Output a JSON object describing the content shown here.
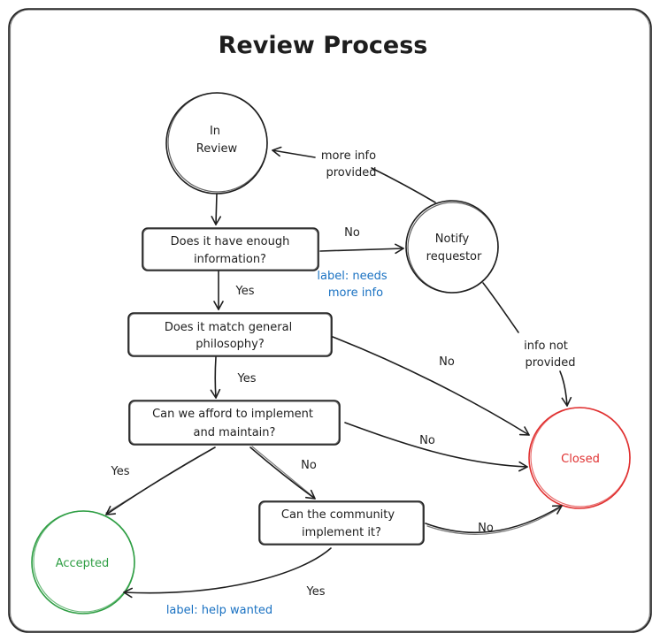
{
  "title": "Review Process",
  "colors": {
    "ink": "#1e1e1e",
    "closed": "#e03131",
    "accepted": "#2f9e44",
    "label": "#1971c2"
  },
  "nodes": {
    "in_review": [
      "In",
      "Review"
    ],
    "enough_info": [
      "Does it have enough",
      "information?"
    ],
    "notify": [
      "Notify",
      "requestor"
    ],
    "philosophy": [
      "Does it match general",
      "philosophy?"
    ],
    "afford": [
      "Can we afford to implement",
      "and maintain?"
    ],
    "closed": "Closed",
    "community": [
      "Can the community",
      "implement it?"
    ],
    "accepted": "Accepted"
  },
  "edges": {
    "more_info_provided": [
      "more info",
      "provided"
    ],
    "enough_no": "No",
    "enough_yes": "Yes",
    "info_not_provided": [
      "info not",
      "provided"
    ],
    "philosophy_no": "No",
    "philosophy_yes": "Yes",
    "afford_no_closed": "No",
    "afford_yes": "Yes",
    "afford_no_community": "No",
    "community_no": "No",
    "community_yes": "Yes"
  },
  "labels": {
    "needs_more_info": [
      "label: needs",
      "more info"
    ],
    "help_wanted": "label: help wanted"
  }
}
